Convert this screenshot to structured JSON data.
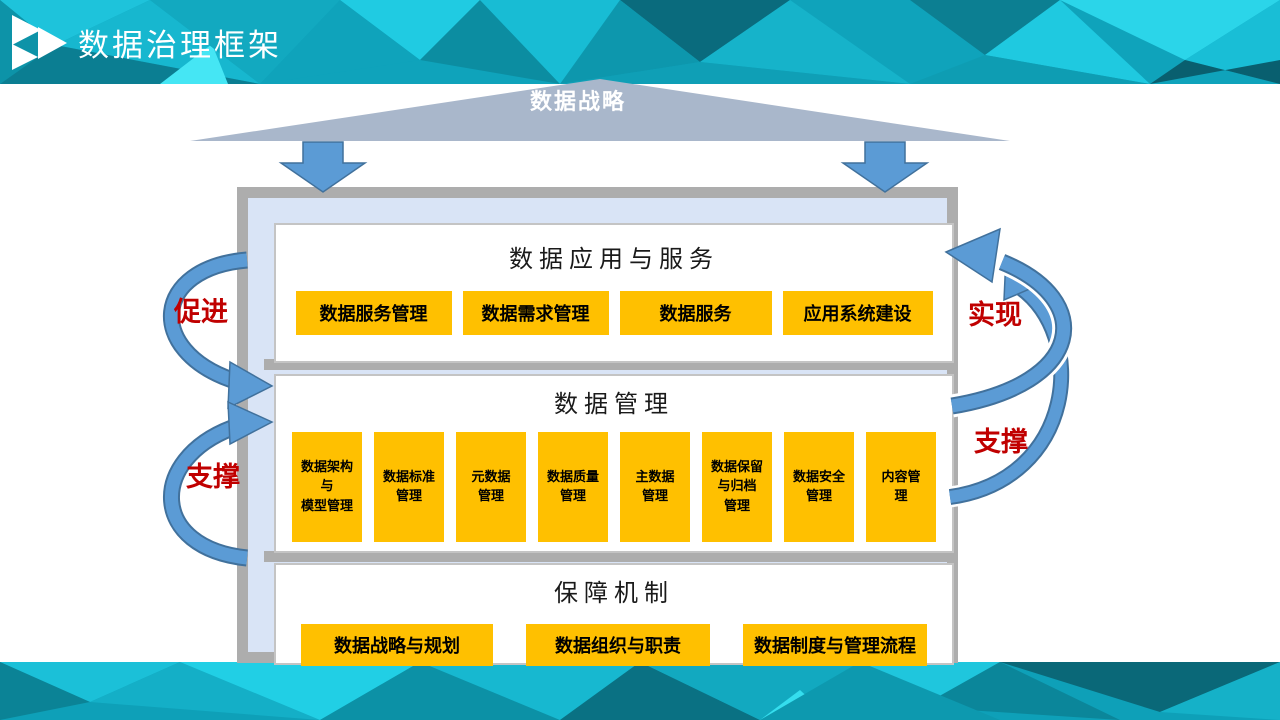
{
  "header": {
    "title": "数据治理框架"
  },
  "roof": {
    "label": "数据战略"
  },
  "framework": {
    "sections": [
      {
        "title": "数据应用与服务",
        "boxes": [
          "数据服务管理",
          "数据需求管理",
          "数据服务",
          "应用系统建设"
        ]
      },
      {
        "title": "数据管理",
        "boxes": [
          "数据架构\n与\n模型管理",
          "数据标准\n管理",
          "元数据\n管理",
          "数据质量\n管理",
          "主数据\n管理",
          "数据保留\n与归档\n管理",
          "数据安全\n管理",
          "内容管\n理"
        ]
      },
      {
        "title": "保障机制",
        "boxes": [
          "数据战略与规划",
          "数据组织与职责",
          "数据制度与管理流程"
        ]
      }
    ]
  },
  "side_labels": {
    "left_top": "促进",
    "left_bottom": "支撑",
    "right_top": "实现",
    "right_bottom": "支撑"
  },
  "colors": {
    "teal_base": "#0FA3BB",
    "orange_box": "#FFC000",
    "red_label": "#C00000",
    "arrow_blue": "#5B9BD5",
    "arrow_outline": "#41719C",
    "roof_fill": "#A9B7CB",
    "frame_gray": "#ADADAD",
    "inner_panel_blue": "#D9E4F6"
  }
}
